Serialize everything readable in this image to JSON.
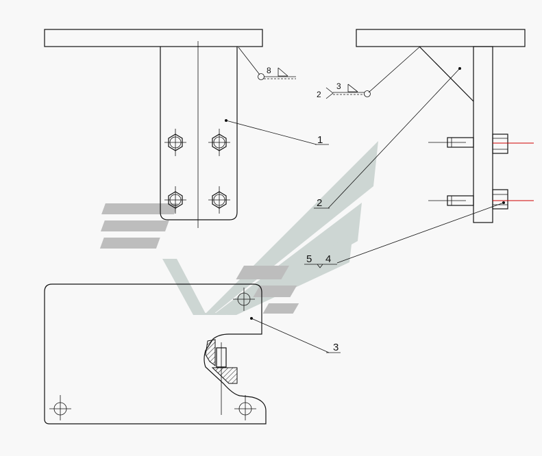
{
  "colors": {
    "line": "#111111",
    "centerline": "#d00000",
    "watermark_light": "#cdd6d3",
    "watermark_gray": "#bdbdbd",
    "background": "#f8f8f8"
  },
  "callouts": {
    "part_1": "1",
    "part_2": "2",
    "part_3": "3",
    "part_5": "5",
    "part_4": "4"
  },
  "weld_symbols": {
    "left_size": "8",
    "right_size": "3",
    "right_count": "2"
  }
}
